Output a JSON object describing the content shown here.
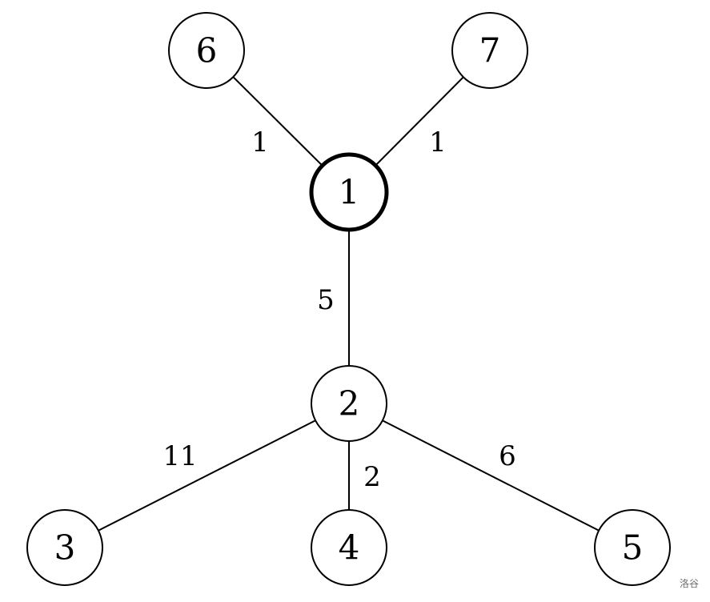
{
  "graph": {
    "root": "1",
    "nodes": [
      {
        "id": "1",
        "label": "1",
        "highlighted": true
      },
      {
        "id": "2",
        "label": "2",
        "highlighted": false
      },
      {
        "id": "3",
        "label": "3",
        "highlighted": false
      },
      {
        "id": "4",
        "label": "4",
        "highlighted": false
      },
      {
        "id": "5",
        "label": "5",
        "highlighted": false
      },
      {
        "id": "6",
        "label": "6",
        "highlighted": false
      },
      {
        "id": "7",
        "label": "7",
        "highlighted": false
      }
    ],
    "edges": [
      {
        "from": "1",
        "to": "6",
        "weight": "1"
      },
      {
        "from": "1",
        "to": "7",
        "weight": "1"
      },
      {
        "from": "1",
        "to": "2",
        "weight": "5"
      },
      {
        "from": "2",
        "to": "3",
        "weight": "11"
      },
      {
        "from": "2",
        "to": "4",
        "weight": "2"
      },
      {
        "from": "2",
        "to": "5",
        "weight": "6"
      }
    ]
  },
  "watermark": "洛谷",
  "colors": {
    "line": "#000000",
    "background": "#ffffff"
  }
}
